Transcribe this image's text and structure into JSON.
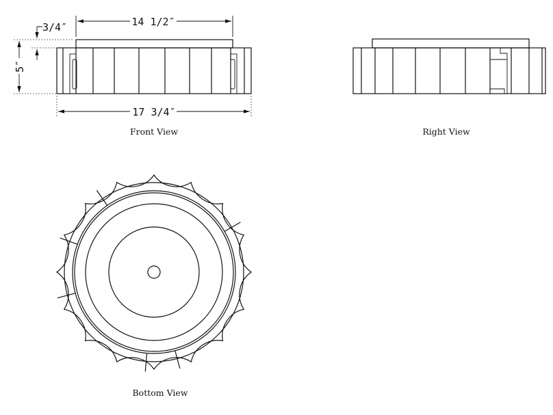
{
  "front_view": {
    "caption": "Front View",
    "dim_top_width": "14 1/2″",
    "dim_overall_width": "17 3/4″",
    "dim_height": "5″",
    "dim_top_lip": "3/4″"
  },
  "right_view": {
    "caption": "Right View"
  },
  "bottom_view": {
    "caption": "Bottom View"
  }
}
